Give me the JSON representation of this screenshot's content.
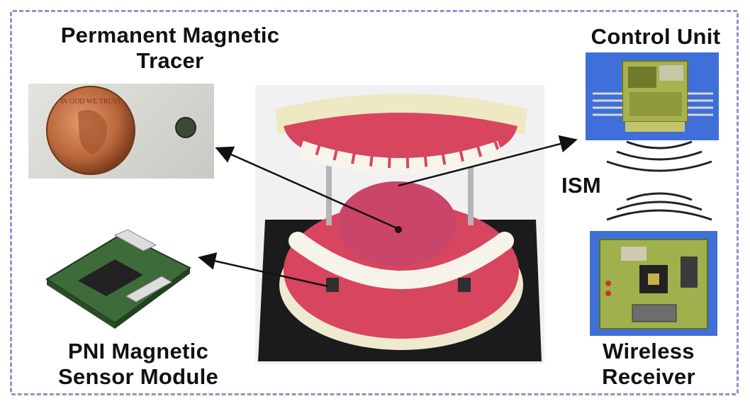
{
  "labels": {
    "tracer_line1": "Permanent Magnetic",
    "tracer_line2": "Tracer",
    "control_unit": "Control Unit",
    "ism": "ISM",
    "sensor_line1": "PNI Magnetic",
    "sensor_line2": "Sensor Module",
    "receiver_line1": "Wireless",
    "receiver_line2": "Receiver"
  },
  "colors": {
    "frame": "#8d95c9",
    "blue_bg": "#3f6fd8",
    "gums": "#d8455e",
    "tongue": "#c9466a",
    "pcb_green": "#4f7d3a",
    "penny": "#b8653a"
  }
}
